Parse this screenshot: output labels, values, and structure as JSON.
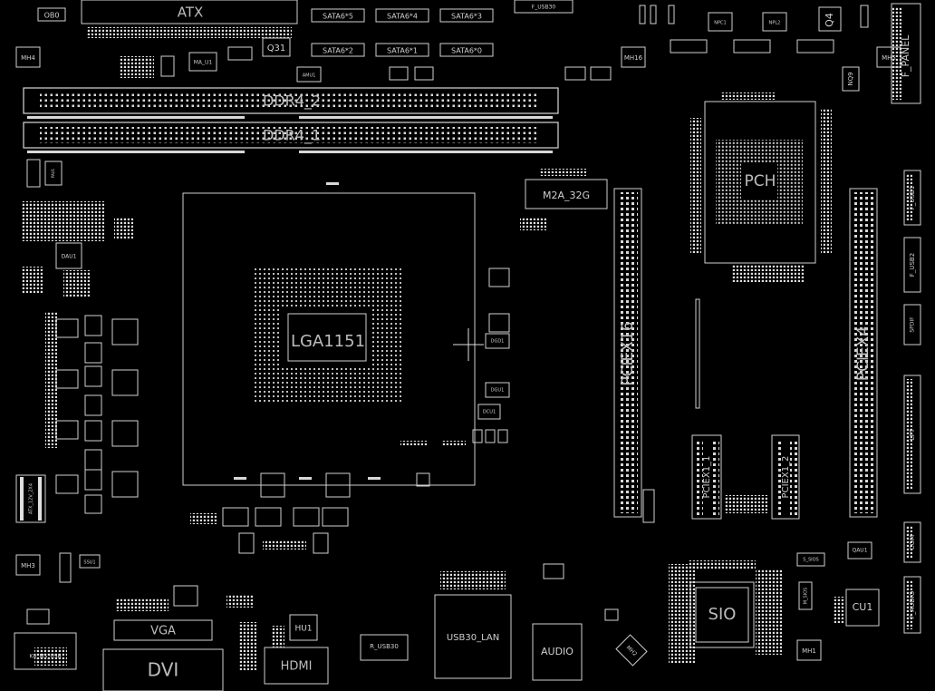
{
  "labels": {
    "atx": "ATX",
    "ob0": "OB0",
    "mh4": "MH4",
    "q31": "Q31",
    "ma_u1": "MA_U1",
    "mh16": "MH16",
    "mh5": "MH5",
    "q4": "Q4",
    "npc1": "NPC1",
    "npl2": "NPL2",
    "nq9": "NQ9",
    "f_panel": "F_PANEL",
    "f_usb30": "F_USB30",
    "ddr4_2": "DDR4_2",
    "ddr4_1": "DDR4_1",
    "m2a_32g": "M2A_32G",
    "pch": "PCH",
    "lga1151": "LGA1151",
    "pciex16": "PCIEX16",
    "pciex4": "PCIEX4",
    "pciex1_1": "PCIEX1_1",
    "pciex1_2": "PCIEX1_2",
    "dau1": "DAU1",
    "atx_12v_2x4": "ATX_12V_2X4",
    "mh3": "MH3",
    "kb_ms_usb": "KB_MS_USB",
    "vga": "VGA",
    "dvi": "DVI",
    "hdmi": "HDMI",
    "hu1": "HU1",
    "r_usb30": "R_USB30",
    "usb30_lan": "USB30_LAN",
    "audio": "AUDIO",
    "sio": "SIO",
    "cu1": "CU1",
    "qau1": "QAU1",
    "mh1": "MH1",
    "f_audio": "F_AUDIO",
    "com": "COM",
    "lpt": "LPT",
    "f_usb1": "F_USB1",
    "f_usb2": "F_USB2",
    "spdif": "SPDIF",
    "s_sios": "S_SIOS",
    "m_sios": "M_SIOS",
    "mh2": "MH2",
    "dcu1": "DCU1",
    "dgu1": "DGU1",
    "dgd1": "DGD1",
    "sata5_5": "SATA6*5",
    "sata5_4": "SATA6*4",
    "sata5_3": "SATA6*3",
    "sata5_2": "SATA6*2",
    "sata5_1": "SATA6*1",
    "sata5_0": "SATA6*0",
    "pau1": "PAU1",
    "ssu1": "SSU1",
    "amu1": "AMU1"
  },
  "colors": {
    "background": "#000000",
    "outline": "#d0d0d0",
    "label": "#bdbdbd",
    "pad": "#e6e6e6"
  }
}
